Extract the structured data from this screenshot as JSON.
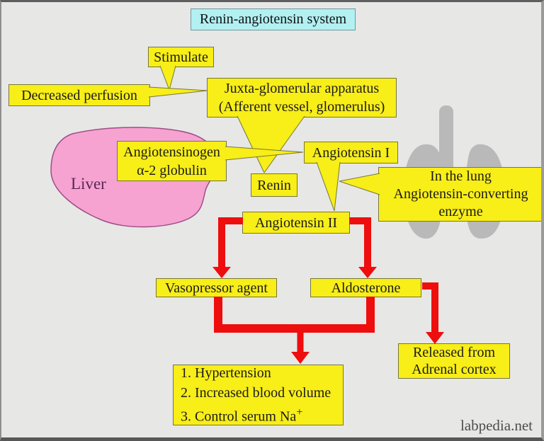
{
  "title": "Renin-angiotensin system",
  "watermark": "labpedia.net",
  "colors": {
    "background": "#e7e7e6",
    "box_fill": "#f8ee18",
    "box_border": "#77773a",
    "title_fill": "#b2f0f2",
    "arrow_red": "#ee0e0e",
    "liver_fill": "#f6a3d1",
    "lung_gray": "#b9b9b9"
  },
  "nodes": {
    "stimulate": {
      "label": "Stimulate"
    },
    "decreased_perfusion": {
      "label": "Decreased perfusion"
    },
    "juxta": {
      "line1": "Juxta-glomerular apparatus",
      "line2": "(Afferent vessel, glomerulus)"
    },
    "angiotensinogen": {
      "line1": "Angiotensinogen",
      "line2": "α-2 globulin"
    },
    "liver": {
      "label": "Liver"
    },
    "renin": {
      "label": "Renin"
    },
    "angiotensin_i": {
      "label": "Angiotensin I"
    },
    "lung_enzyme": {
      "line1": "In the lung",
      "line2": "Angiotensin-converting",
      "line3": "enzyme"
    },
    "angiotensin_ii": {
      "label": "Angiotensin II"
    },
    "vasopressor": {
      "label": "Vasopressor agent"
    },
    "aldosterone": {
      "label": "Aldosterone"
    },
    "released": {
      "line1": "Released from",
      "line2": "Adrenal cortex"
    },
    "effects": {
      "item1": "1. Hypertension",
      "item2": "2. Increased blood volume",
      "item3": "3. Control serum Na",
      "item3_sup": "+"
    }
  }
}
